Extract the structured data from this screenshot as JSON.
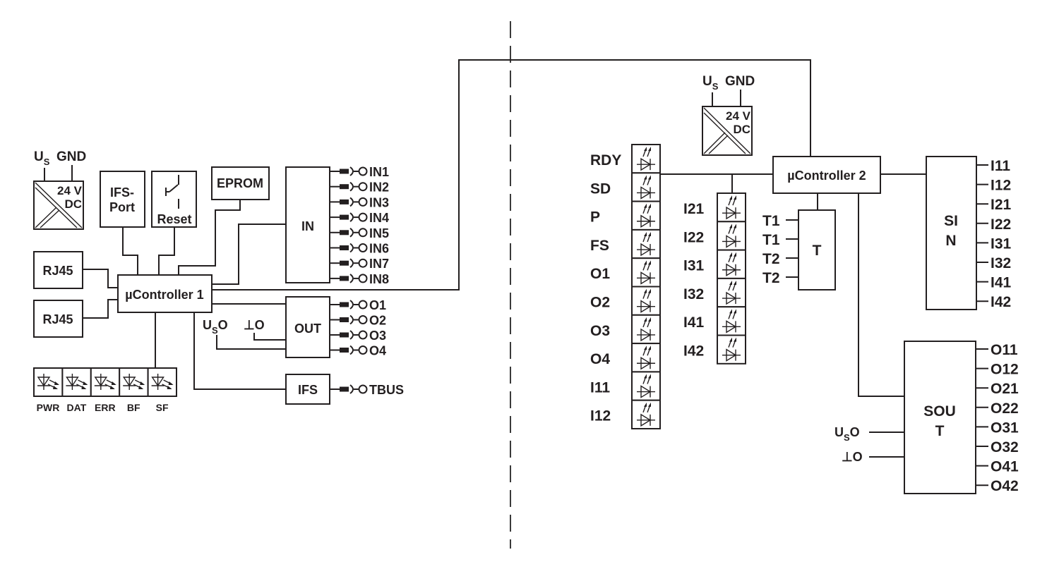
{
  "diagram": {
    "type": "block-diagram",
    "left_module": {
      "power": {
        "us_label": "U",
        "us_sub": "S",
        "gnd_label": "GND",
        "voltage": "24 V",
        "dc": "DC"
      },
      "ifs_port": {
        "line1": "IFS-",
        "line2": "Port"
      },
      "reset": {
        "label": "Reset"
      },
      "eprom": {
        "label": "EPROM"
      },
      "rj45": [
        "RJ45",
        "RJ45"
      ],
      "controller": {
        "label": "µController 1"
      },
      "in_block": {
        "label": "IN",
        "ports": [
          "IN1",
          "IN2",
          "IN3",
          "IN4",
          "IN5",
          "IN6",
          "IN7",
          "IN8"
        ]
      },
      "out_block": {
        "label": "OUT",
        "ports": [
          "O1",
          "O2",
          "O3",
          "O4"
        ],
        "uso_label": "U",
        "uso_sub": "S",
        "uso_suffix": "O",
        "gnd_o_label": "⊥O"
      },
      "ifs_block": {
        "label": "IFS",
        "port": "TBUS"
      },
      "leds": [
        "PWR",
        "DAT",
        "ERR",
        "BF",
        "SF"
      ]
    },
    "right_module": {
      "power": {
        "us_label": "U",
        "us_sub": "S",
        "gnd_label": "GND",
        "voltage": "24 V",
        "dc": "DC"
      },
      "controller": {
        "label": "µController 2"
      },
      "leds_col1": [
        "RDY",
        "SD",
        "P",
        "FS",
        "O1",
        "O2",
        "O3",
        "O4",
        "I11",
        "I12"
      ],
      "leds_col2": [
        "I21",
        "I22",
        "I31",
        "I32",
        "I41",
        "I42"
      ],
      "t_block": {
        "label": "T",
        "ports": [
          "T1",
          "T1",
          "T2",
          "T2"
        ]
      },
      "sin_block": {
        "line1": "SI",
        "line2": "N",
        "ports": [
          "I11",
          "I12",
          "I21",
          "I22",
          "I31",
          "I32",
          "I41",
          "I42"
        ]
      },
      "sout_block": {
        "line1": "SOU",
        "line2": "T",
        "ports": [
          "O11",
          "O12",
          "O21",
          "O22",
          "O31",
          "O32",
          "O41",
          "O42"
        ],
        "uso_label": "U",
        "uso_sub": "S",
        "uso_suffix": "O",
        "gnd_o_label": "⊥O"
      }
    }
  }
}
